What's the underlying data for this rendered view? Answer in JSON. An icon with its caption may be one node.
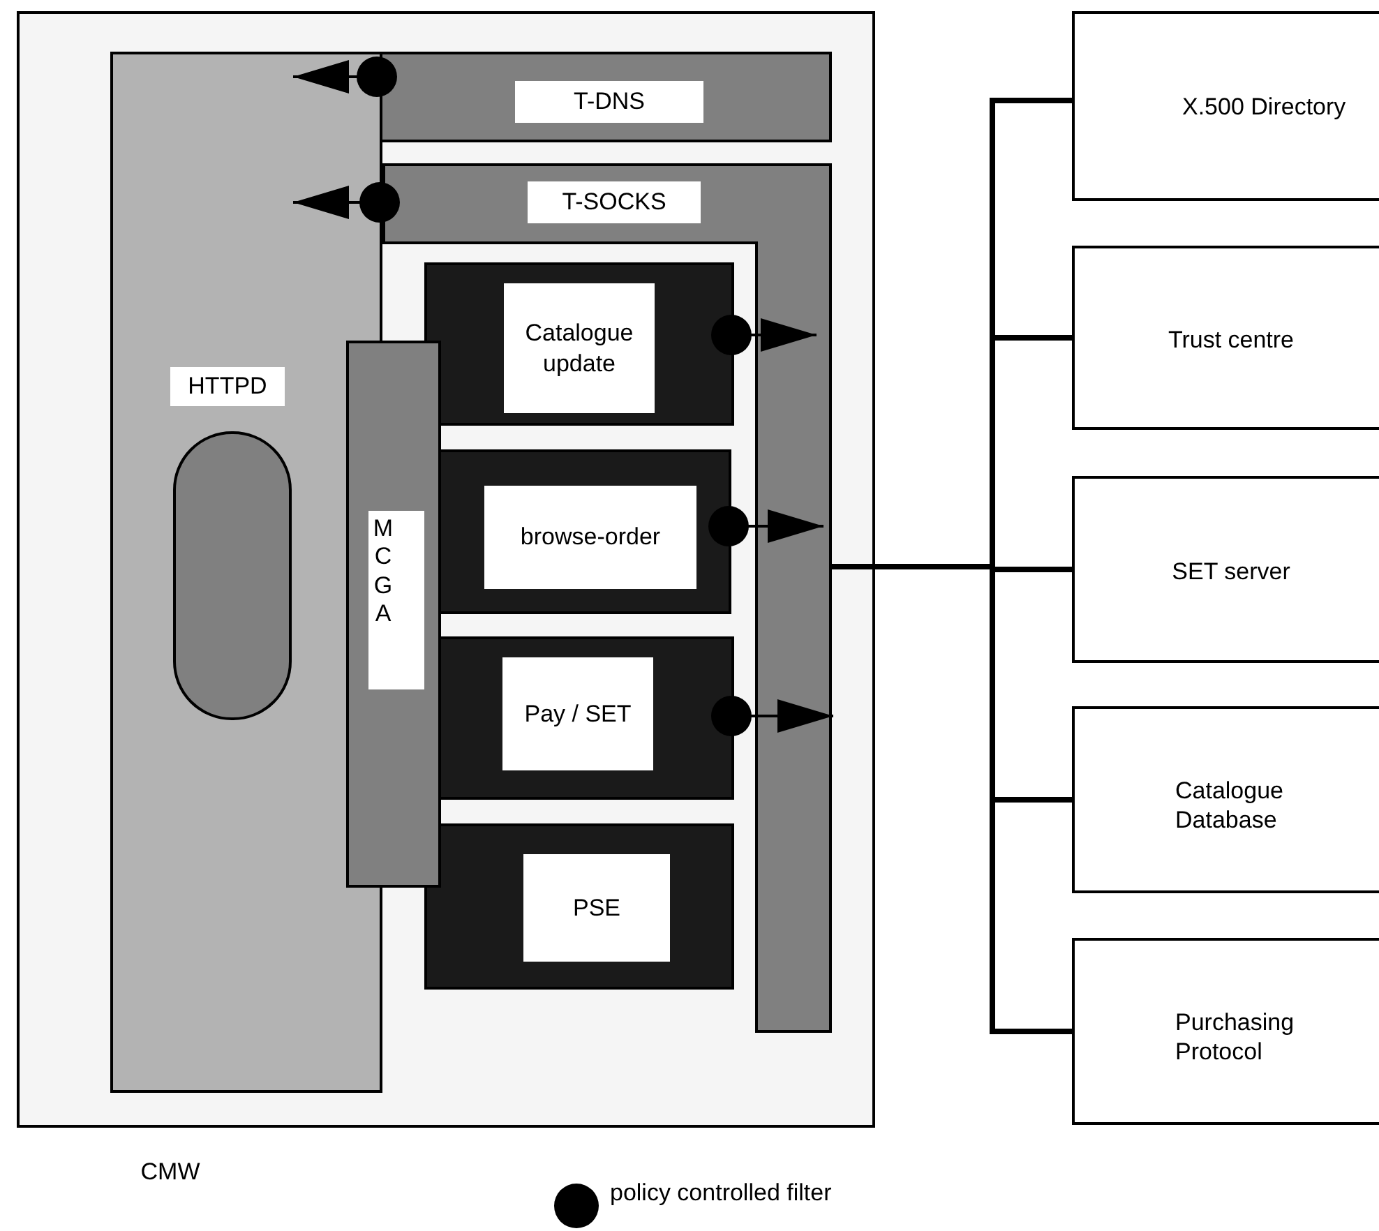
{
  "diagram": {
    "nodes": [
      {
        "text": [
          "CMW"
        ]
      },
      {
        "text": [
          "HTTPD"
        ],
        "in": 0
      },
      {
        "text": [
          "T-DNS"
        ],
        "in": 0
      },
      {
        "text": [
          "T-SOCKS"
        ],
        "in": 0
      },
      {
        "text": [
          "Catalogue update"
        ],
        "in": 0
      },
      {
        "text": [
          "browse-order"
        ],
        "in": 0
      },
      {
        "text": [
          "Pay / SET"
        ],
        "in": 0
      },
      {
        "text": [
          "PSE"
        ],
        "in": 0
      },
      {
        "text": [
          "MCGA"
        ],
        "in": 0
      },
      {
        "text": [],
        "shape": "box",
        "in": 1
      },
      {
        "text": [
          "X.500 Directory"
        ]
      },
      {
        "text": [
          "Trust centre"
        ]
      },
      {
        "text": [
          "SET server"
        ]
      },
      {
        "text": [
          "Catalogue Database"
        ]
      },
      {
        "text": [
          "Purchasing Protocol"
        ]
      }
    ],
    "edges": [
      {
        "from": 2,
        "to": 1,
        "arrow": "to"
      },
      {
        "from": 3,
        "to": 1,
        "arrow": "to"
      },
      {
        "from": 4,
        "to": 3,
        "arrow": "to"
      },
      {
        "from": 5,
        "to": 3,
        "arrow": "to"
      },
      {
        "from": 6,
        "to": 3,
        "arrow": "to"
      },
      {
        "from": 3,
        "to": 10,
        "arrow": "none",
        "style": "thick"
      },
      {
        "from": 3,
        "to": 11,
        "arrow": "none",
        "style": "thick"
      },
      {
        "from": 3,
        "to": 12,
        "arrow": "none",
        "style": "thick"
      },
      {
        "from": 3,
        "to": 13,
        "arrow": "none",
        "style": "thick"
      },
      {
        "from": 3,
        "to": 14,
        "arrow": "none",
        "style": "thick"
      }
    ],
    "legend": [
      {
        "text": "policy controlled filter"
      }
    ]
  }
}
